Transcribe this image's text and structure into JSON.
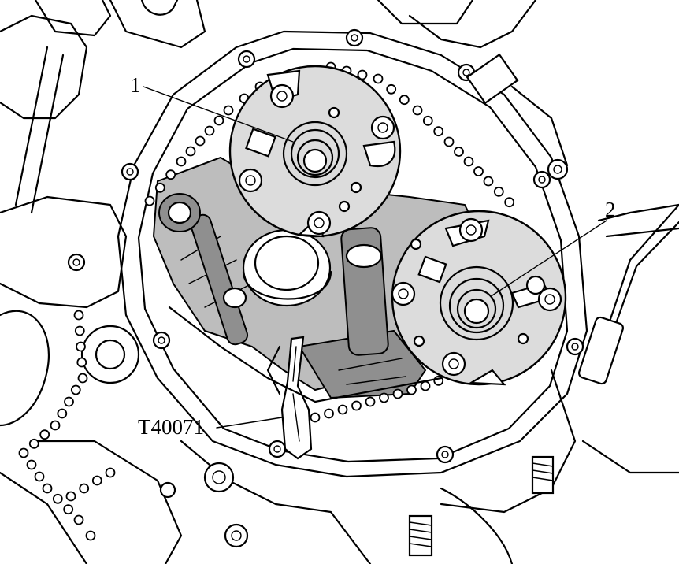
{
  "figure": {
    "callouts": [
      {
        "id": "camshaft-adjuster-1",
        "label": "1"
      },
      {
        "id": "camshaft-adjuster-2",
        "label": "2"
      },
      {
        "id": "tool",
        "label": "T40071"
      }
    ]
  }
}
